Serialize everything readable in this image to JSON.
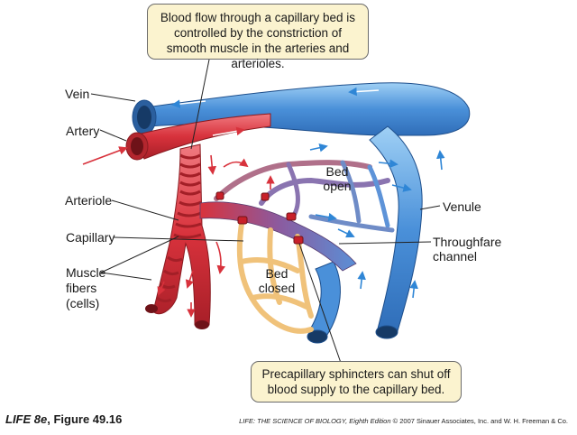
{
  "callouts": {
    "top": "Blood flow through a capillary bed is controlled by the constriction of smooth muscle in the arteries and arterioles.",
    "bottom": "Precapillary sphincters can shut off blood supply to the capillary bed."
  },
  "labels": {
    "vein": "Vein",
    "artery": "Artery",
    "arteriole": "Arteriole",
    "capillary": "Capillary",
    "muscle_fibers_line1": "Muscle",
    "muscle_fibers_line2": "fibers",
    "muscle_fibers_line3": "(cells)",
    "bed_open_line1": "Bed",
    "bed_open_line2": "open",
    "bed_closed_line1": "Bed",
    "bed_closed_line2": "closed",
    "venule": "Venule",
    "throughfare_line1": "Throughfare",
    "throughfare_line2": "channel"
  },
  "footer": {
    "book": "LIFE 8e",
    "figure": ", Figure 49.16",
    "credit_title": "LIFE: THE SCIENCE OF BIOLOGY, Eighth Edition",
    "credit_rest": " © 2007 Sinauer Associates, Inc. and W. H. Freeman & Co."
  },
  "colors": {
    "vein": "#4a90d9",
    "vein_light": "#8fc3f0",
    "artery": "#d8323c",
    "artery_dark": "#9e1c24",
    "capillary_closed": "#f0c27a",
    "callout_bg": "#fbf3cf"
  }
}
